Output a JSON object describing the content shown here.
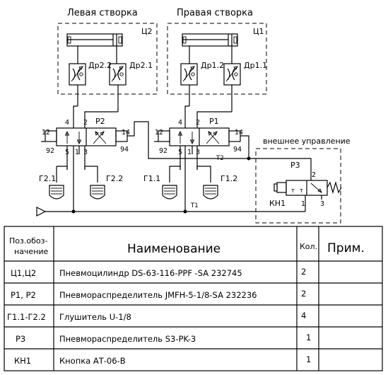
{
  "labels": {
    "left_title": "Левая створка",
    "right_title": "Правая створка",
    "c2": "Ц2",
    "c1": "Ц1",
    "dr22": "Др2.2",
    "dr21": "Др2.1",
    "dr12": "Др1.2",
    "dr11": "Др1.1",
    "p2": "Р2",
    "p1": "Р1",
    "p3": "Р3",
    "port4": "4",
    "port2": "2",
    "port12": "12",
    "port14": "14",
    "port92": "92",
    "port94": "94",
    "port5": "5",
    "port1": "1",
    "port3": "3",
    "g21": "Г2.1",
    "g22": "Г2.2",
    "g11": "Г1.1",
    "g12": "Г1.2",
    "external": "внешнее управление",
    "t2": "Т2",
    "t1": "Т1",
    "kn1": "КН1",
    "t": "т"
  },
  "table": {
    "headers": {
      "pos": [
        "Поз.обоз-",
        "начение"
      ],
      "name": "Наименование",
      "qty": "Кол.",
      "note": "Прим."
    },
    "rows": [
      {
        "pos": "Ц1,Ц2",
        "name": "Пневмоцилиндр DS-63-116-PPF -SA 232745",
        "qty": "2",
        "note": ""
      },
      {
        "pos": "Р1, Р2",
        "name": "Пневмораспределитель JMFH-5-1/8-SA 232236",
        "qty": "2",
        "note": ""
      },
      {
        "pos": "Г1.1-Г2.2",
        "name": "Глушитель U-1/8",
        "qty": "4",
        "note": ""
      },
      {
        "pos": "Р3",
        "name": "Пневмораспределитель S3-PK-3",
        "qty": "1",
        "note": ""
      },
      {
        "pos": "КН1",
        "name": "Кнопка АТ-06-В",
        "qty": "1",
        "note": ""
      }
    ]
  }
}
